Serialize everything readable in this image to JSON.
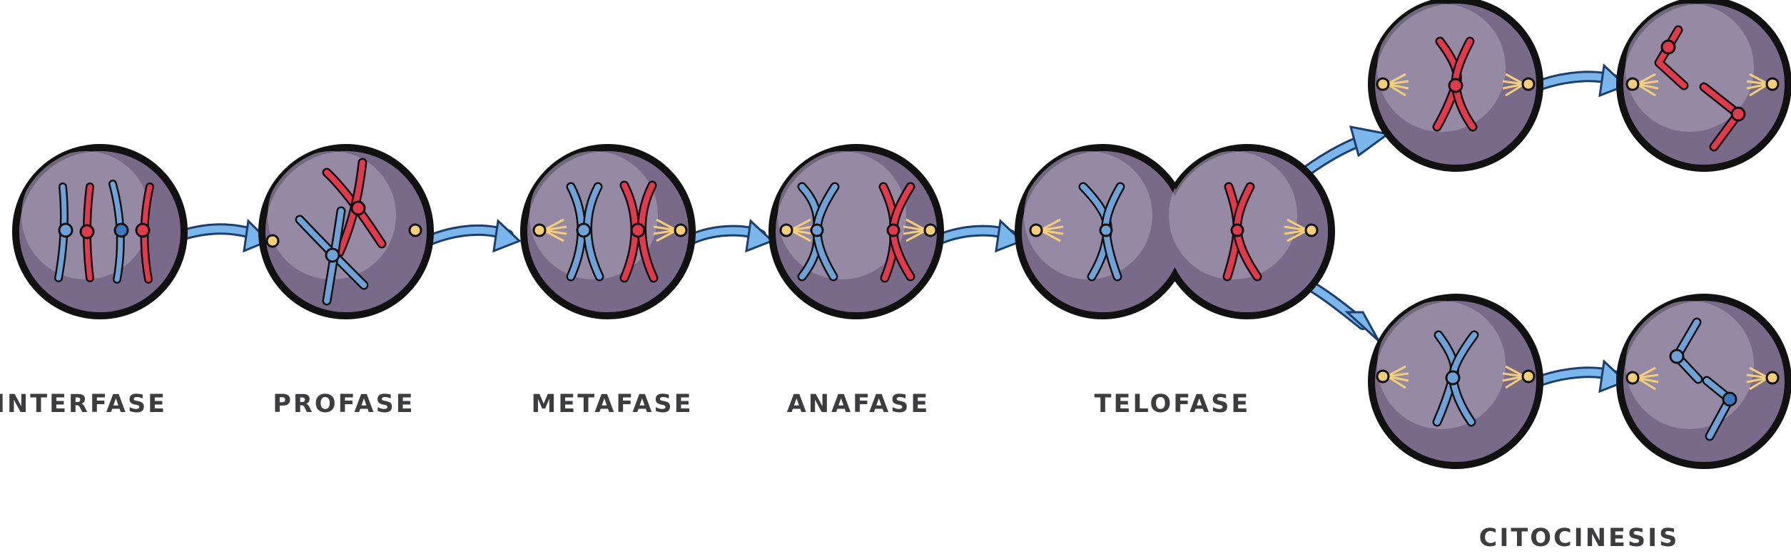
{
  "stages": [
    {
      "id": "interfase",
      "label": "INTERFASE"
    },
    {
      "id": "profase",
      "label": "PROFASE"
    },
    {
      "id": "metafase",
      "label": "METAFASE"
    },
    {
      "id": "anafase",
      "label": "ANAFASE"
    },
    {
      "id": "telofase",
      "label": "TELOFASE"
    },
    {
      "id": "citocinesis",
      "label": "CITOCINESIS"
    }
  ],
  "colors": {
    "cell_fill": "#7a6a89",
    "cell_highlight": "#a699b2",
    "cell_outline": "#111111",
    "chromosome_red": "#e03a4c",
    "chromosome_blue": "#6fa2d6",
    "centrosome": "#f3cf7a",
    "arrow": "#6fb0ea"
  }
}
